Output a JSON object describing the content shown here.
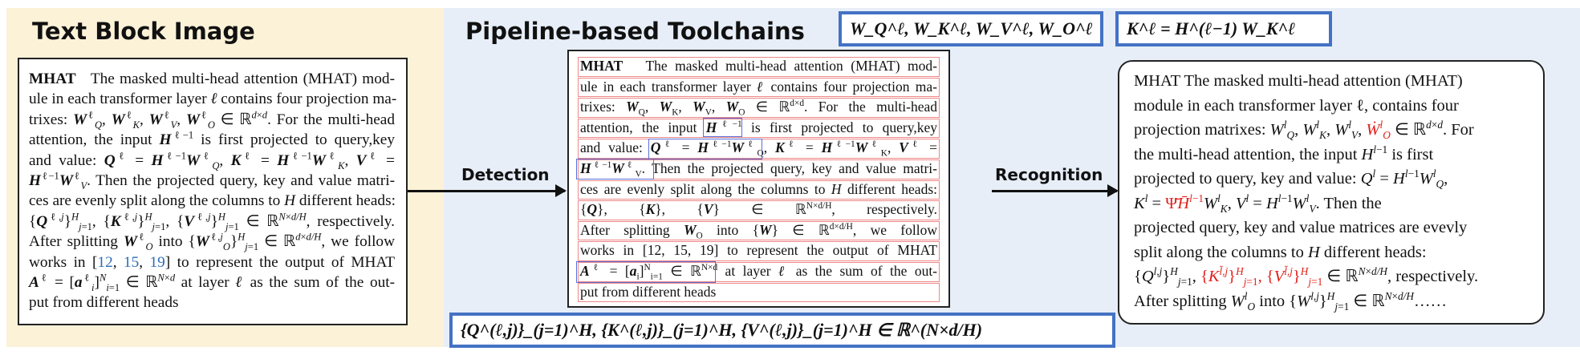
{
  "left_panel": {
    "title": "Text Block Image"
  },
  "right_panel": {
    "title": "Pipeline-based Toolchains"
  },
  "arrows": {
    "detection": "Detection",
    "recognition": "Recognition"
  },
  "source_text": {
    "lead": "MHAT",
    "citations": [
      "12",
      "15",
      "19"
    ],
    "last_line": "put from different heads"
  },
  "callouts": {
    "c1": "W_Q^ℓ, W_K^ℓ, W_V^ℓ, W_O^ℓ",
    "c2": "K^ℓ = H^(ℓ−1) W_K^ℓ",
    "c3": "{Q^(ℓ,j)}_(j=1)^H, {K^(ℓ,j)}_(j=1)^H, {V^(ℓ,j)}_(j=1)^H ∈ ℝ^(N×d/H)"
  },
  "recognition_output": {
    "ending": "……"
  },
  "colors": {
    "left_bg": "#fcf2d8",
    "right_bg": "#e7eef8",
    "callout_border": "#4472c4",
    "detect_line_box": "#e88888",
    "detect_formula_box": "#5b6fd6",
    "error_red": "#e0201b",
    "citation_blue": "#2a6db5"
  }
}
